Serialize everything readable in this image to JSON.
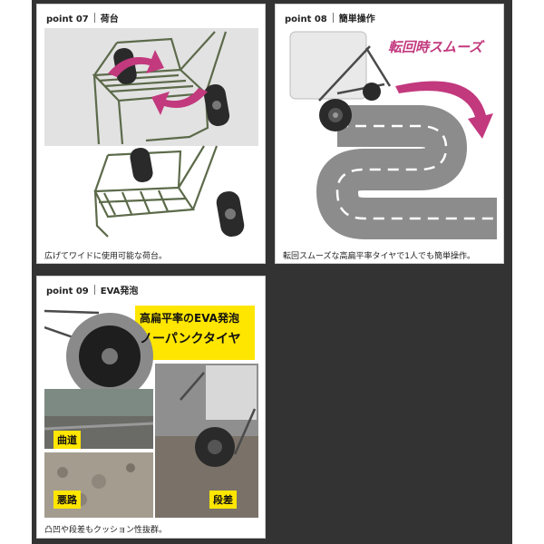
{
  "cards": [
    {
      "point": "point 07",
      "title": "荷台",
      "caption": "広げてワイドに使用可能な荷台。"
    },
    {
      "point": "point 08",
      "title": "簡単操作",
      "caption": "転回スムーズな高扁平率タイヤで1人でも簡単操作。",
      "overlay": "転回時スムーズ"
    },
    {
      "point": "point 09",
      "title": "EVA発泡",
      "caption": "凸凹や段差もクッション性抜群。",
      "banner_line1": "高扁平率のEVA発泡",
      "banner_line2": "ノーパンクタイヤ",
      "labels": [
        "曲道",
        "悪路",
        "段差"
      ]
    }
  ],
  "colors": {
    "background": "#333333",
    "accent_magenta": "#c2397e",
    "banner_yellow": "#ffe600"
  }
}
